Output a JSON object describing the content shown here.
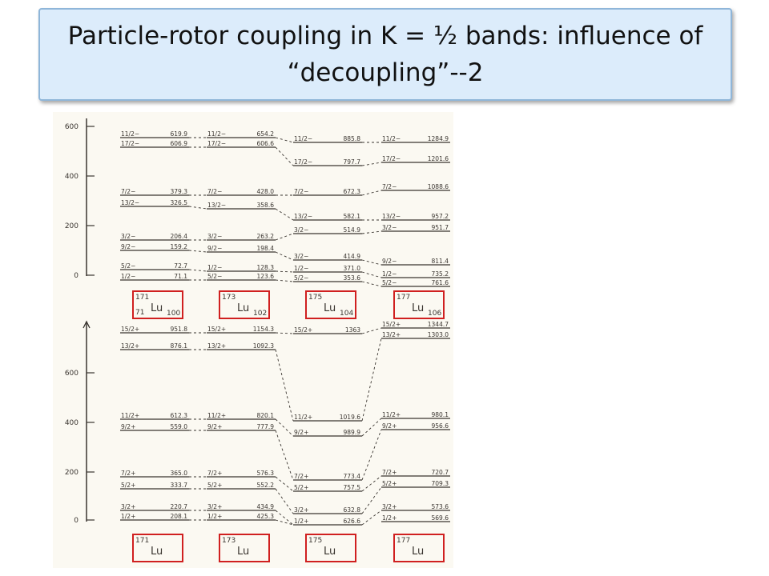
{
  "title": "Particle-rotor coupling in K = ½ bands: influence of “decoupling”--2",
  "colors": {
    "title_bg": "#dcecfb",
    "title_border": "#8fb6d9",
    "line": "#3a3530",
    "box": "#d02020"
  },
  "top_axis_ticks": [
    "600",
    "400",
    "200",
    "0"
  ],
  "bottom_axis_ticks": [
    "600",
    "400",
    "200",
    "0"
  ],
  "top_panel": {
    "columns": [
      {
        "nucleus": {
          "mass": "171",
          "z": "71",
          "symbol": "Lu",
          "n": "100"
        },
        "levels": [
          {
            "spin": "11/2−",
            "energy": "619.9"
          },
          {
            "spin": "17/2−",
            "energy": "606.9"
          },
          {
            "spin": "7/2−",
            "energy": "379.3"
          },
          {
            "spin": "13/2−",
            "energy": "326.5"
          },
          {
            "spin": "3/2−",
            "energy": "206.4"
          },
          {
            "spin": "9/2−",
            "energy": "159.2"
          },
          {
            "spin": "5/2−",
            "energy": "72.7"
          },
          {
            "spin": "1/2−",
            "energy": "71.1"
          }
        ]
      },
      {
        "nucleus": {
          "mass": "173",
          "z": "",
          "symbol": "Lu",
          "n": "102"
        },
        "levels": [
          {
            "spin": "11/2−",
            "energy": "654.2"
          },
          {
            "spin": "17/2−",
            "energy": "606.6"
          },
          {
            "spin": "7/2−",
            "energy": "428.0"
          },
          {
            "spin": "13/2−",
            "energy": "358.6"
          },
          {
            "spin": "3/2−",
            "energy": "263.2"
          },
          {
            "spin": "9/2−",
            "energy": "198.4"
          },
          {
            "spin": "1/2−",
            "energy": "128.3"
          },
          {
            "spin": "5/2−",
            "energy": "123.6"
          }
        ]
      },
      {
        "nucleus": {
          "mass": "175",
          "z": "",
          "symbol": "Lu",
          "n": "104"
        },
        "levels": [
          {
            "spin": "11/2−",
            "energy": "885.8"
          },
          {
            "spin": "17/2−",
            "energy": "797.7"
          },
          {
            "spin": "7/2−",
            "energy": "672.3"
          },
          {
            "spin": "13/2−",
            "energy": "582.1"
          },
          {
            "spin": "3/2−",
            "energy": "514.9"
          },
          {
            "spin": "3/2−",
            "energy": "414.9"
          },
          {
            "spin": "1/2−",
            "energy": "371.0"
          },
          {
            "spin": "5/2−",
            "energy": "353.6"
          }
        ]
      },
      {
        "nucleus": {
          "mass": "177",
          "z": "",
          "symbol": "Lu",
          "n": "106"
        },
        "levels": [
          {
            "spin": "11/2−",
            "energy": "1284.9"
          },
          {
            "spin": "17/2−",
            "energy": "1201.6"
          },
          {
            "spin": "7/2−",
            "energy": "1088.6"
          },
          {
            "spin": "13/2−",
            "energy": "957.2"
          },
          {
            "spin": "3/2−",
            "energy": "951.7"
          },
          {
            "spin": "9/2−",
            "energy": "811.4"
          },
          {
            "spin": "1/2−",
            "energy": "735.2"
          },
          {
            "spin": "5/2−",
            "energy": "761.6"
          }
        ]
      }
    ]
  },
  "bottom_panel": {
    "columns": [
      {
        "nucleus": {
          "mass": "171",
          "symbol": "Lu"
        },
        "levels": [
          {
            "spin": "15/2+",
            "energy": "951.8"
          },
          {
            "spin": "13/2+",
            "energy": "876.1"
          },
          {
            "spin": "11/2+",
            "energy": "612.3"
          },
          {
            "spin": "9/2+",
            "energy": "559.0"
          },
          {
            "spin": "7/2+",
            "energy": "365.0"
          },
          {
            "spin": "5/2+",
            "energy": "333.7"
          },
          {
            "spin": "3/2+",
            "energy": "220.7"
          },
          {
            "spin": "1/2+",
            "energy": "208.1"
          }
        ]
      },
      {
        "nucleus": {
          "mass": "173",
          "symbol": "Lu"
        },
        "levels": [
          {
            "spin": "15/2+",
            "energy": "1154.3"
          },
          {
            "spin": "13/2+",
            "energy": "1092.3"
          },
          {
            "spin": "11/2+",
            "energy": "820.1"
          },
          {
            "spin": "9/2+",
            "energy": "777.9"
          },
          {
            "spin": "7/2+",
            "energy": "576.3"
          },
          {
            "spin": "5/2+",
            "energy": "552.2"
          },
          {
            "spin": "3/2+",
            "energy": "434.9"
          },
          {
            "spin": "1/2+",
            "energy": "425.3"
          }
        ]
      },
      {
        "nucleus": {
          "mass": "175",
          "symbol": "Lu"
        },
        "levels": [
          {
            "spin": "15/2+",
            "energy": "1363"
          },
          {
            "spin": "11/2+",
            "energy": "1019.6"
          },
          {
            "spin": "9/2+",
            "energy": "989.9"
          },
          {
            "spin": "7/2+",
            "energy": "773.4"
          },
          {
            "spin": "5/2+",
            "energy": "757.5"
          },
          {
            "spin": "3/2+",
            "energy": "632.8"
          },
          {
            "spin": "1/2+",
            "energy": "626.6"
          }
        ]
      },
      {
        "nucleus": {
          "mass": "177",
          "symbol": "Lu"
        },
        "levels": [
          {
            "spin": "15/2+",
            "energy": "1344.7"
          },
          {
            "spin": "13/2+",
            "energy": "1303.0"
          },
          {
            "spin": "11/2+",
            "energy": "980.1"
          },
          {
            "spin": "9/2+",
            "energy": "956.6"
          },
          {
            "spin": "7/2+",
            "energy": "720.7"
          },
          {
            "spin": "5/2+",
            "energy": "709.3"
          },
          {
            "spin": "3/2+",
            "energy": "573.6"
          },
          {
            "spin": "1/2+",
            "energy": "569.6"
          }
        ]
      }
    ]
  }
}
